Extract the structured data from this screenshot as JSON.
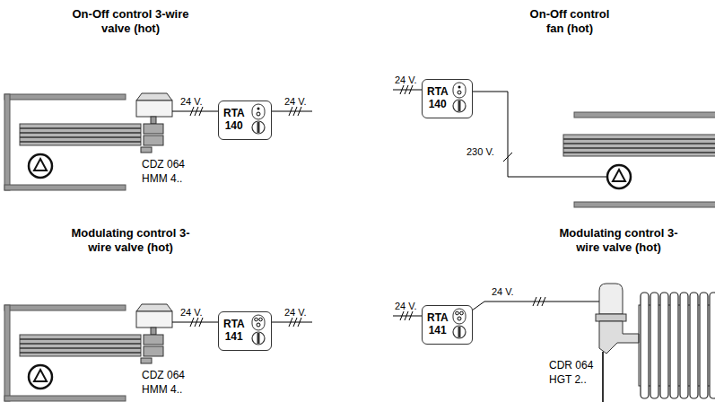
{
  "diagram": {
    "nodes": [
      {
        "text": [
          "RTA 140"
        ]
      },
      {
        "text": [
          "RTA 140"
        ]
      },
      {
        "text": [
          "RTA 141"
        ]
      },
      {
        "text": [
          "RTA 141"
        ]
      }
    ],
    "labels": [
      "On-Off control 3-wire valve (hot)",
      "24 V.",
      "24 V.",
      "CDZ 064",
      "HMM 4..",
      "On-Off control fan (hot)",
      "24 V.",
      "230 V.",
      "Modulating control 3-wire valve (hot)",
      "24 V.",
      "24 V.",
      "CDZ 064",
      "HMM 4..",
      "Modulating control 3-wire valve (hot)",
      "24 V.",
      "24 V.",
      "CDR 064",
      "HGT 2.."
    ]
  }
}
